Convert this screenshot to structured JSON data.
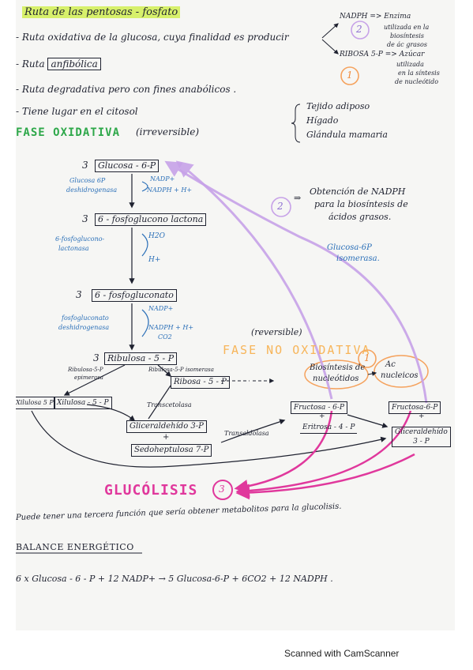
{
  "header": {
    "title": "Ruta de las pentosas - fosfato",
    "line1": "- Ruta oxidativa de la glucosa, cuya finalidad es producir",
    "line2_prefix": "- Ruta",
    "line2_box": "anfibólica",
    "line3": "- Ruta degradativa pero con fines anabólicos .",
    "line4": "- Tiene lugar en el citosol",
    "phase_title": "FASE OXIDATIVA",
    "phase_note": "(irreversible)"
  },
  "products": {
    "nadph": "NADPH => Enzima",
    "nadph_note1": "utilizada en la",
    "nadph_note2": "biosíntesis",
    "nadph_note3": "de ác grasos",
    "nadph_num": "2",
    "ribosa": "RIBOSA 5-P => Azúcar",
    "ribosa_note1": "utilizada",
    "ribosa_note2": "en la síntesis",
    "ribosa_note3": "de nucleótido",
    "ribosa_num": "1"
  },
  "tissues": [
    "Tejido adiposo",
    "Hígado",
    "Glándula mamaria"
  ],
  "oxidative": {
    "c1_coef": "3",
    "c1": "Glucosa - 6-P",
    "e1_line1": "Glucosa 6P",
    "e1_line2": "deshidrogenasa",
    "e1_in": "NADP+",
    "e1_out": "NADPH + H+",
    "c2_coef": "3",
    "c2": "6 - fosfoglucono lactona",
    "e2_line1": "6-fosfoglucono-",
    "e2_line2": "lactonasa",
    "e2_in": "H2O",
    "e2_out": "H+",
    "c3_coef": "3",
    "c3": "6 - fosfogluconato",
    "e3_line1": "fosfogluconato",
    "e3_line2": "deshidrogenasa",
    "e3_in": "NADP+",
    "e3_out1": "NADPH + H+",
    "e3_out2": "CO2",
    "c4_coef": "3",
    "c4": "Ribulosa - 5 - P"
  },
  "nonoxidative": {
    "title": "FASE NO OXIDATIVA",
    "note": "(reversible)",
    "epi_line1": "Ribulosa-5-P",
    "epi_line2": "epimerasa",
    "iso": "Ribulosa-5-P isomerasa",
    "ribosa": "Ribosa - 5 - P",
    "xilulosa1": "Xilulosa 5 P",
    "xilulosa2": "Xilulosa - 5 - P",
    "transcetolasa": "Transcetolasa",
    "gliceraldehido": "Gliceraldehído 3-P",
    "plus1": "+",
    "sedoheptulosa": "Sedoheptulosa 7-P",
    "transaldolasa": "Transaldolasa",
    "fructosa1": "Fructosa - 6-P",
    "plus2": "+",
    "eritrosa": "Eritrosa - 4 - P",
    "fructosa2": "Fructosa-6-P",
    "plus3": "+",
    "glicer2_line1": "Gliceraldehído",
    "glicer2_line2": "3 - P",
    "biosintesis_line1": "Biosíntesis de",
    "biosintesis_line2": "nucleótidos",
    "ac_line1": "Ac",
    "ac_line2": "nucleicos",
    "num1": "1"
  },
  "side": {
    "num2": "2",
    "nadph_note1": "Obtención de NADPH",
    "nadph_note2": "para la biosíntesis de",
    "nadph_note3": "ácidos grasos.",
    "isomerasa1": "Glucosa-6P",
    "isomerasa2": "isomerasa."
  },
  "glycolysis": {
    "label": "GLUCÓLISIS",
    "num3": "3",
    "note": "Puede tener una tercera función que sería obtener metabolitos para la glucolisis."
  },
  "balance": {
    "title": "BALANCE ENERGÉTICO",
    "equation": "6 x Glucosa - 6 - P + 12 NADP+ → 5 Glucosa-6-P + 6CO2 + 12 NADPH ."
  },
  "footer": "Scanned with CamScanner",
  "colors": {
    "purple": "#c7a2e8",
    "pink": "#e0389c",
    "orange": "#f5a25d",
    "green": "#2ea84a",
    "highlight": "#d7f06b",
    "blue": "#2a6fb8"
  }
}
